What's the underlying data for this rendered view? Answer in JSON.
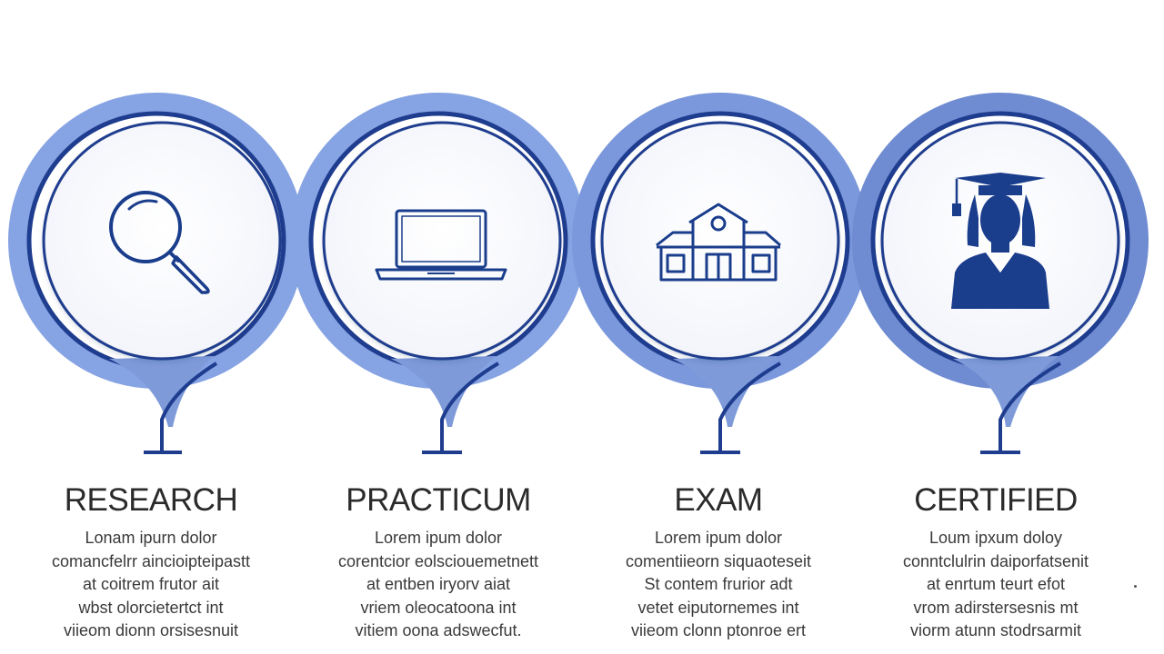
{
  "colors": {
    "ring_light": "#8aa6e6",
    "ring_mid": "#5f7fcf",
    "ring_dark": "#1f3d8f",
    "icon": "#1a3d8c",
    "title": "#2b2b2b",
    "text": "#3a3a3a"
  },
  "steps": [
    {
      "title": "RESEARCH",
      "icon": "magnifier-icon",
      "desc": "Lonam ipurn dolor\ncomancfelrr aincioipteipastt\nat coitrem frutor ait\nwbst olorcietertct int\nviieom dionn orsisesnuit"
    },
    {
      "title": "PRACTICUM",
      "icon": "laptop-icon",
      "desc": "Lorem ipum dolor\ncorentcior eolsciouemetnett\nat entben iryorv aiat\nvriem oleocatoona int\nvitiem oona adswecfut."
    },
    {
      "title": "EXAM",
      "icon": "school-building-icon",
      "desc": "Lorem ipum dolor\ncomentiieorn siquaoteseit\nSt contem frurior adt\nvetet eiputornemes int\nviieom clonn ptonroe ert"
    },
    {
      "title": "CERTIFIED",
      "icon": "graduate-icon",
      "desc": "Loum ipxum doloy\nconntclulrin daiporfatsenit\nat enrtum teurt efot\nvrom adirstersesnis mt\nviorm atunn stodrsarmit"
    }
  ]
}
